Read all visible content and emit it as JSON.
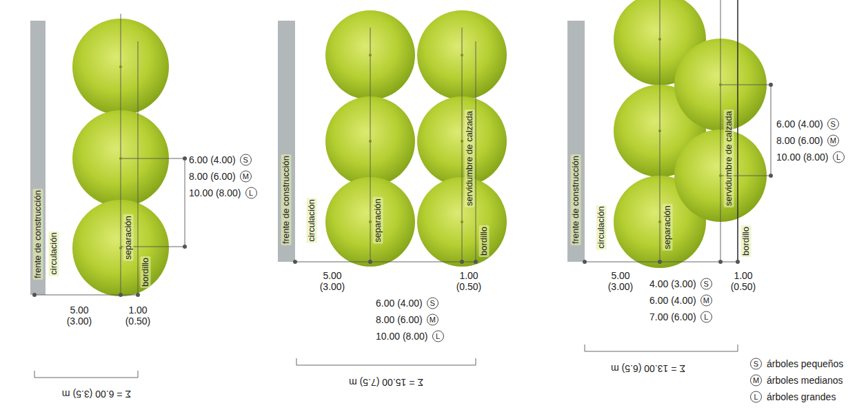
{
  "diagram": {
    "labels": [
      "frente de construcción",
      "circulación",
      "separación",
      "bordillo",
      "6.00 (4.00)",
      "S",
      "8.00 (6.00)",
      "M",
      "10.00 (8.00)",
      "L",
      "5.00 (3.00)",
      "1.00 (0.50)",
      "Σ = 6.00 (3.5) m",
      "frente de construcción",
      "circulación",
      "separación",
      "servidumbre de calzada",
      "bordillo",
      "5.00 (3.00)",
      "6.00 (4.00)",
      "S",
      "8.00 (6.00)",
      "M",
      "10.00 (8.00)",
      "L",
      "1.00 (0.50)",
      "Σ = 15.00 (7.5) m",
      "frente de construcción",
      "circulación",
      "separación",
      "servidumbre de calzada",
      "bordillo",
      "5.00 (3.00)",
      "4.00 (3.00)",
      "S",
      "6.00 (4.00)",
      "M",
      "7.00 (6.00)",
      "L",
      "1.00 (0.50)",
      "Σ = 13.00 (6.5) m",
      "6.00 (4.00)",
      "S",
      "8.00 (6.00)",
      "M",
      "10.00 (8.00)",
      "L",
      "S",
      "M",
      "L"
    ],
    "legend": [
      {
        "text": "árboles pequeños"
      },
      {
        "text": "árboles medianos"
      },
      {
        "text": "árboles grandes"
      }
    ]
  }
}
